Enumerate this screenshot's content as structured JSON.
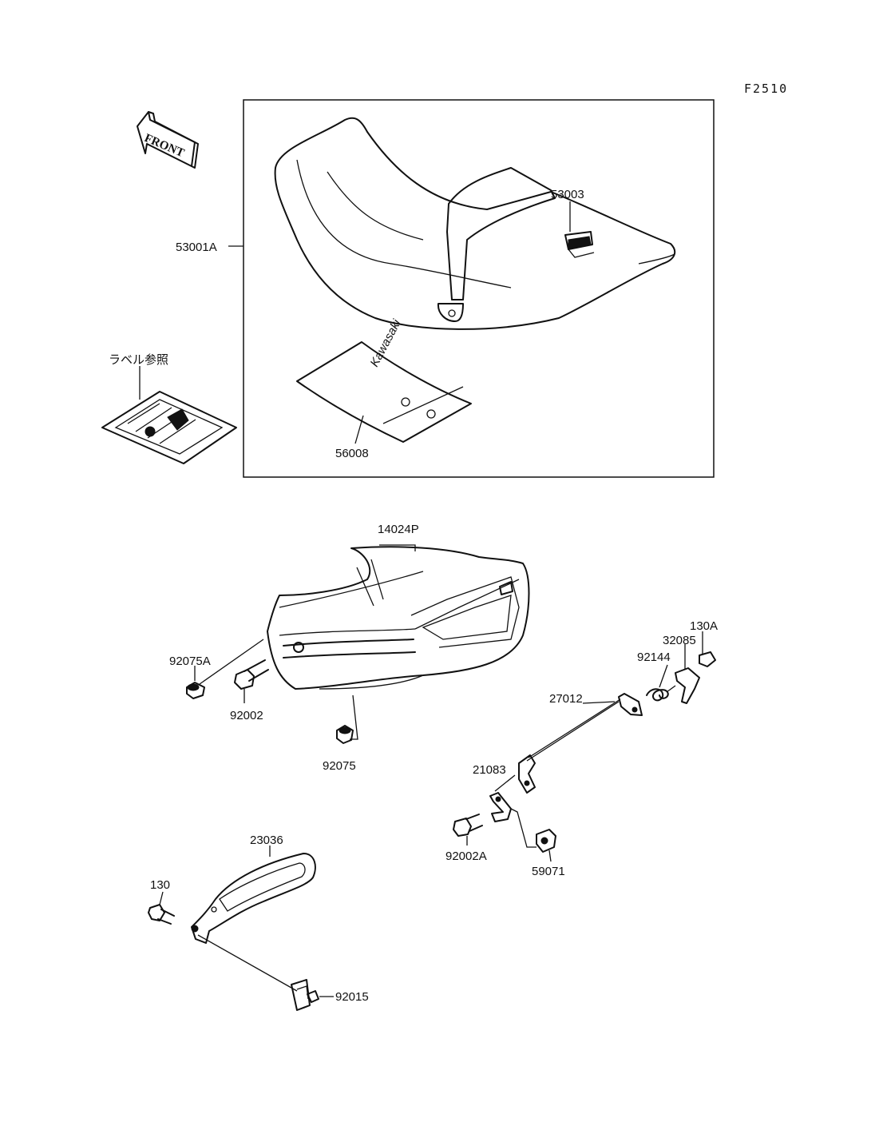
{
  "figure_code": "F2510",
  "front_label": "FRONT",
  "label_ref": "ラベル参照",
  "decal_text": "Kawasaki",
  "parts": {
    "p53001A": "53001A",
    "p53003": "53003",
    "p56008": "56008",
    "p14024P": "14024P",
    "p92075A": "92075A",
    "p92002": "92002",
    "p92075": "92075",
    "p130A": "130A",
    "p32085": "32085",
    "p92144": "92144",
    "p27012": "27012",
    "p21083": "21083",
    "p92002A": "92002A",
    "p59071": "59071",
    "p23036": "23036",
    "p130": "130",
    "p92015": "92015"
  }
}
